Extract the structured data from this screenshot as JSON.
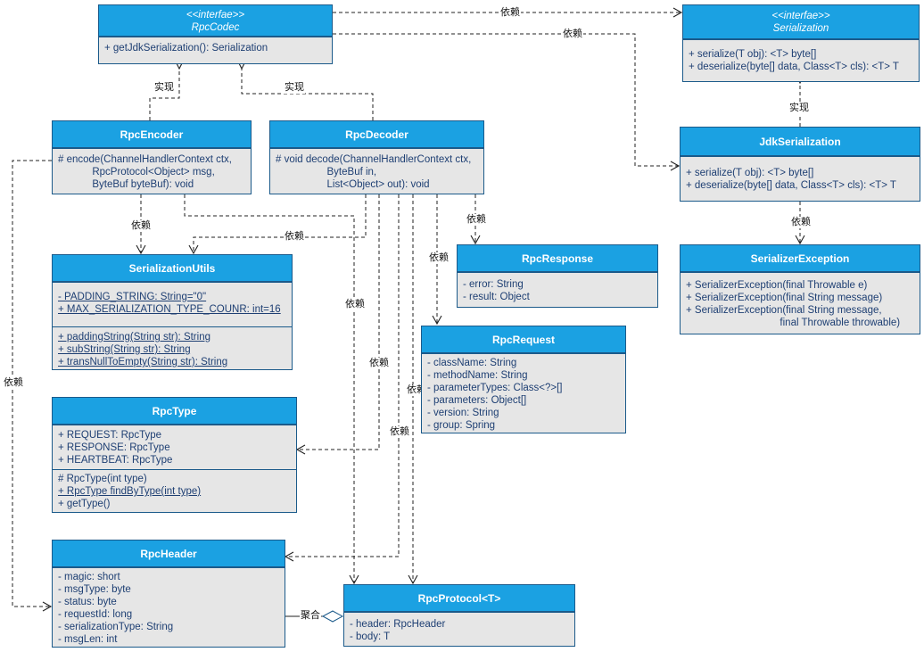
{
  "edge_labels": {
    "codec_to_serialization": "依赖",
    "codec_to_jdk": "依赖",
    "encoder_impl": "实现",
    "decoder_impl": "实现",
    "jdk_impl": "实现",
    "encoder_to_utils": "依赖",
    "decoder_to_utils": "依赖",
    "decoder_to_response": "依赖",
    "decoder_to_request": "依赖",
    "decoder_to_protocol": "依赖",
    "decoder_to_type": "依赖",
    "decoder_to_request2": "依赖",
    "decoder_to_header": "依赖",
    "encoder_to_header": "依赖",
    "jdk_to_exception": "依赖",
    "aggregation": "聚合"
  },
  "classes": {
    "rpc_codec": {
      "stereotype": "<<interfae>>",
      "name": "RpcCodec",
      "methods": [
        "+ getJdkSerialization(): Serialization"
      ]
    },
    "serialization": {
      "stereotype": "<<interfae>>",
      "name": "Serialization",
      "methods": [
        "+ serialize(T obj): <T> byte[]",
        "+ deserialize(byte[] data, Class<T> cls): <T> T"
      ]
    },
    "rpc_encoder": {
      "name": "RpcEncoder",
      "methods": [
        "# encode(ChannelHandlerContext ctx,",
        "            RpcProtocol<Object> msg,",
        "            ByteBuf byteBuf): void"
      ]
    },
    "rpc_decoder": {
      "name": "RpcDecoder",
      "methods": [
        "# void decode(ChannelHandlerContext ctx,",
        "                  ByteBuf in,",
        "                  List<Object> out): void"
      ]
    },
    "jdk_serialization": {
      "name": "JdkSerialization",
      "methods": [
        "+ serialize(T obj): <T> byte[]",
        "+ deserialize(byte[] data, Class<T> cls): <T> T"
      ]
    },
    "serialization_utils": {
      "name": "SerializationUtils",
      "fields": [
        "- PADDING_STRING: String=\"0\"",
        "+ MAX_SERIALIZATION_TYPE_COUNR: int=16"
      ],
      "methods": [
        "+ paddingString(String str): String",
        "+ subString(String str): String",
        "+ transNullToEmpty(String str): String"
      ]
    },
    "rpc_response": {
      "name": "RpcResponse",
      "fields": [
        "- error: String",
        "- result: Object"
      ]
    },
    "serializer_exception": {
      "name": "SerializerException",
      "methods": [
        "+ SerializerException(final Throwable e)",
        "+ SerializerException(final String message)",
        "+ SerializerException(final String message,",
        "                                 final Throwable throwable)"
      ]
    },
    "rpc_request": {
      "name": "RpcRequest",
      "fields": [
        "- className: String",
        "- methodName: String",
        "- parameterTypes: Class<?>[]",
        "- parameters: Object[]",
        "- version: String",
        "- group: Spring"
      ]
    },
    "rpc_type": {
      "name": "RpcType",
      "fields": [
        "+ REQUEST: RpcType",
        "+ RESPONSE: RpcType",
        "+ HEARTBEAT: RpcType"
      ],
      "methods": [
        "# RpcType(int type)",
        "+ RpcType findByType(int type)",
        "+ getType()"
      ]
    },
    "rpc_header": {
      "name": "RpcHeader",
      "fields": [
        "- magic: short",
        "- msgType: byte",
        "- status: byte",
        "- requestId: long",
        "- serializationType: String",
        "- msgLen: int"
      ]
    },
    "rpc_protocol": {
      "name": "RpcProtocol<T>",
      "fields": [
        "- header: RpcHeader",
        "- body: T"
      ]
    }
  }
}
